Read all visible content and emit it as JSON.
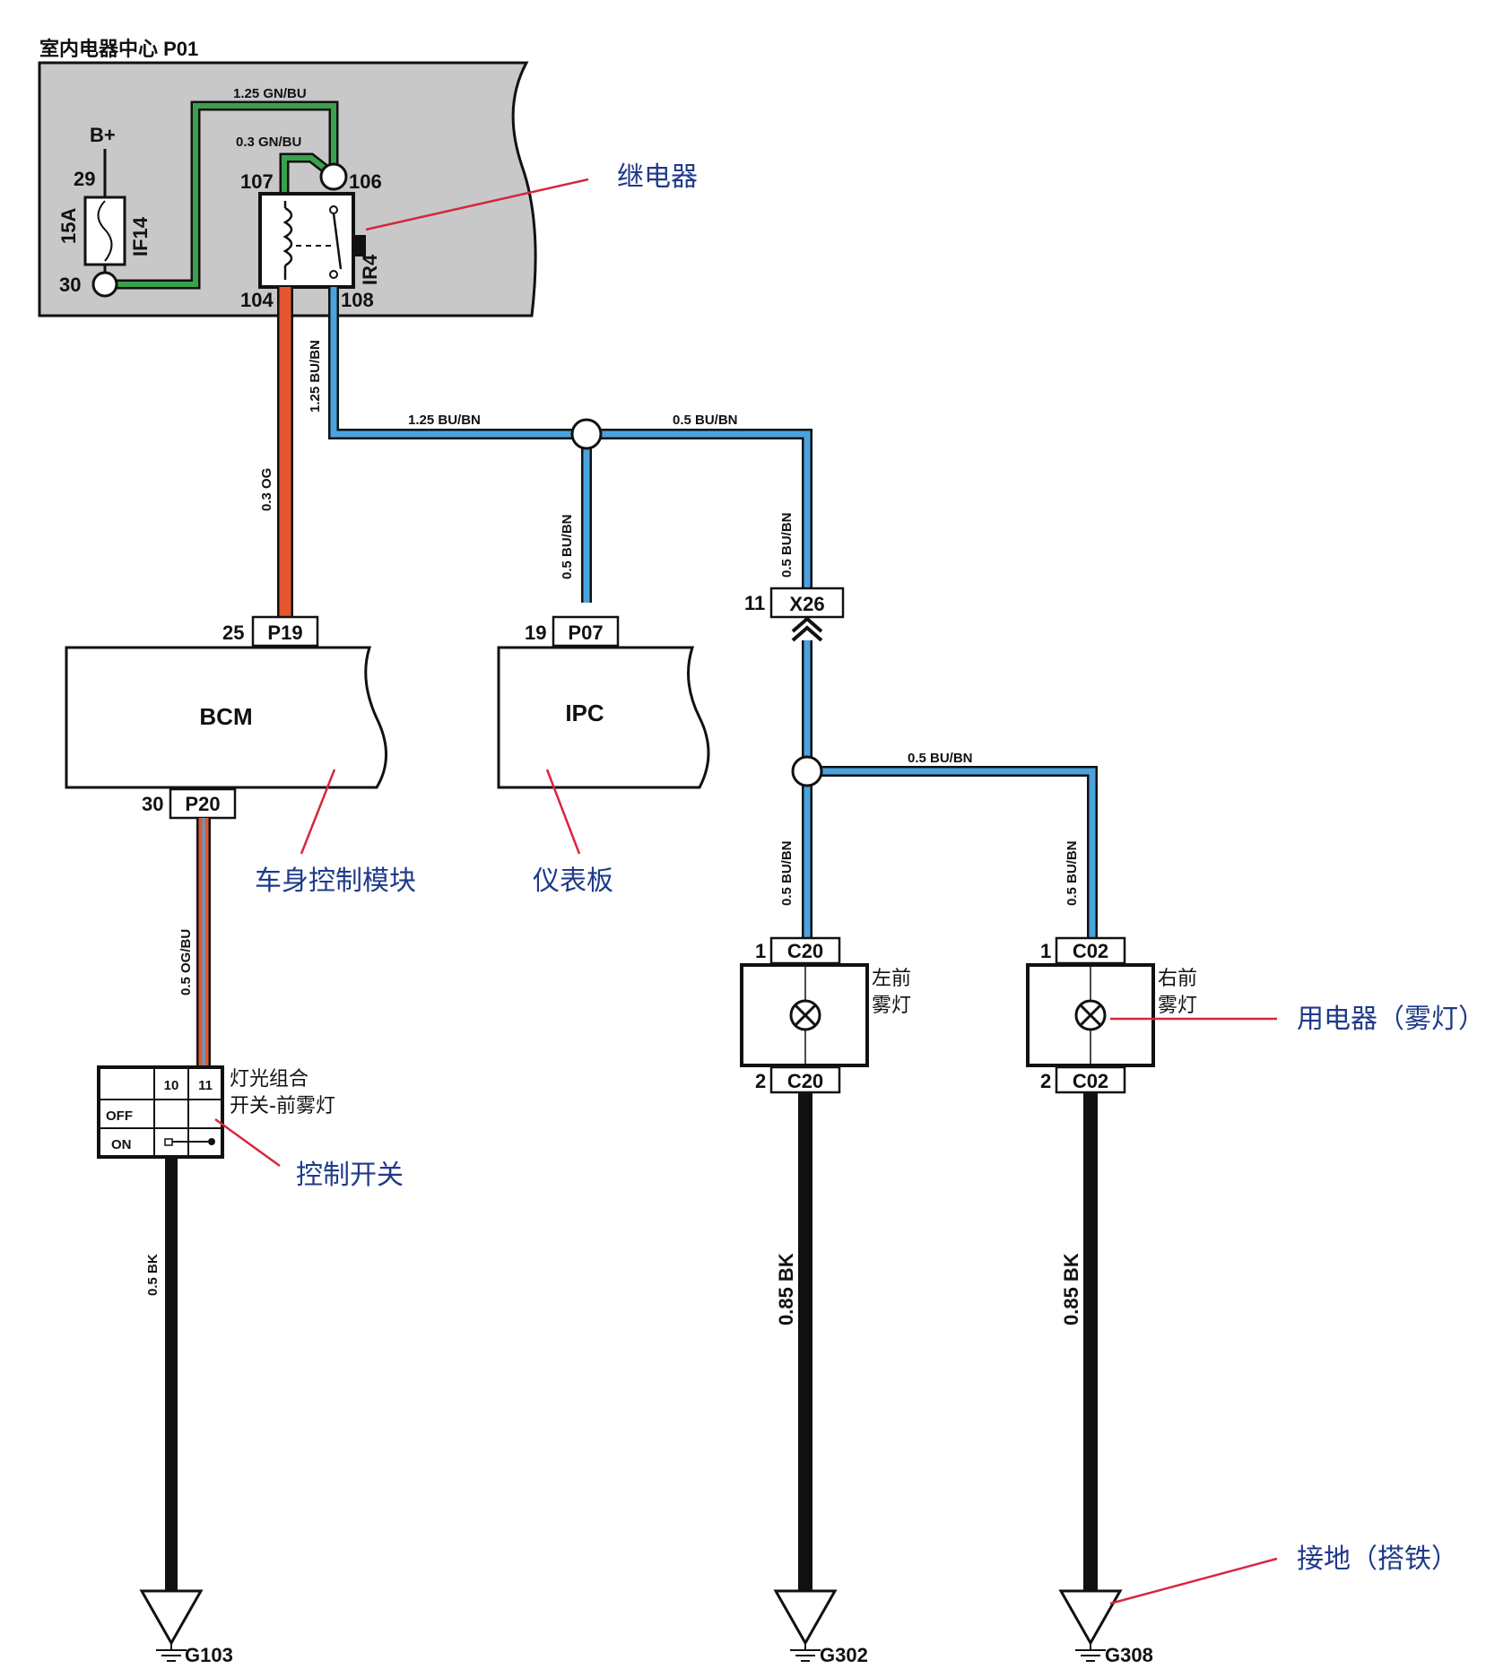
{
  "panel": {
    "title": "室内电器中心  P01"
  },
  "supply": {
    "b_plus": "B+"
  },
  "fuse": {
    "pin_top": "29",
    "pin_bottom": "30",
    "rating": "15A",
    "id": "IF14"
  },
  "relay": {
    "id": "IR4",
    "pin_tl": "107",
    "pin_tr": "106",
    "pin_bl": "104",
    "pin_br": "108"
  },
  "wires": {
    "gn_bu_upper": "1.25 GN/BU",
    "gn_bu_lower": "0.3 GN/BU",
    "bu_bn_vertical": "1.25 BU/BN",
    "bu_bn_horizontal": "1.25 BU/BN",
    "bu_bn_right": "0.5 BU/BN",
    "og": "0.3 OG",
    "ipc_feed": "0.5 BU/BN",
    "x26_feed": "0.5 BU/BN",
    "branch": "0.5 BU/BN",
    "left_lamp_feed": "0.5 BU/BN",
    "right_lamp_feed": "0.5 BU/BN",
    "og_bu": "0.5 OG/BU",
    "switch_ground": "0.5 BK",
    "left_lamp_ground": "0.85 BK",
    "right_lamp_ground": "0.85 BK"
  },
  "bcm": {
    "name": "BCM",
    "pin_in": "25",
    "conn_in": "P19",
    "pin_out": "30",
    "conn_out": "P20"
  },
  "ipc": {
    "name": "IPC",
    "pin": "19",
    "conn": "P07"
  },
  "inline_connector": {
    "pin": "11",
    "id": "X26"
  },
  "switch": {
    "col_a": "10",
    "col_b": "11",
    "row_off": "OFF",
    "row_on": "ON",
    "label_line1": "灯光组合",
    "label_line2": "开关-前雾灯"
  },
  "left_lamp": {
    "pin_top": "1",
    "conn_top": "C20",
    "pin_bottom": "2",
    "conn_bottom": "C20",
    "label_line1": "左前",
    "label_line2": "雾灯"
  },
  "right_lamp": {
    "pin_top": "1",
    "conn_top": "C02",
    "pin_bottom": "2",
    "conn_bottom": "C02",
    "label_line1": "右前",
    "label_line2": "雾灯"
  },
  "grounds": {
    "g1": "G103",
    "g2": "G302",
    "g3": "G308"
  },
  "annotations": {
    "relay": "继电器",
    "bcm": "车身控制模块",
    "ipc": "仪表板",
    "switch": "控制开关",
    "load": "用电器（雾灯）",
    "ground": "接地（搭铁）"
  },
  "colors": {
    "panel": "#c8c8c8",
    "green_wire": "#3aa14a",
    "blue_wire": "#4aa3df",
    "orange_wire": "#e4572e",
    "black_wire": "#111111",
    "annotation_line": "#d7263d",
    "annotation_text": "#1f3a8a"
  }
}
